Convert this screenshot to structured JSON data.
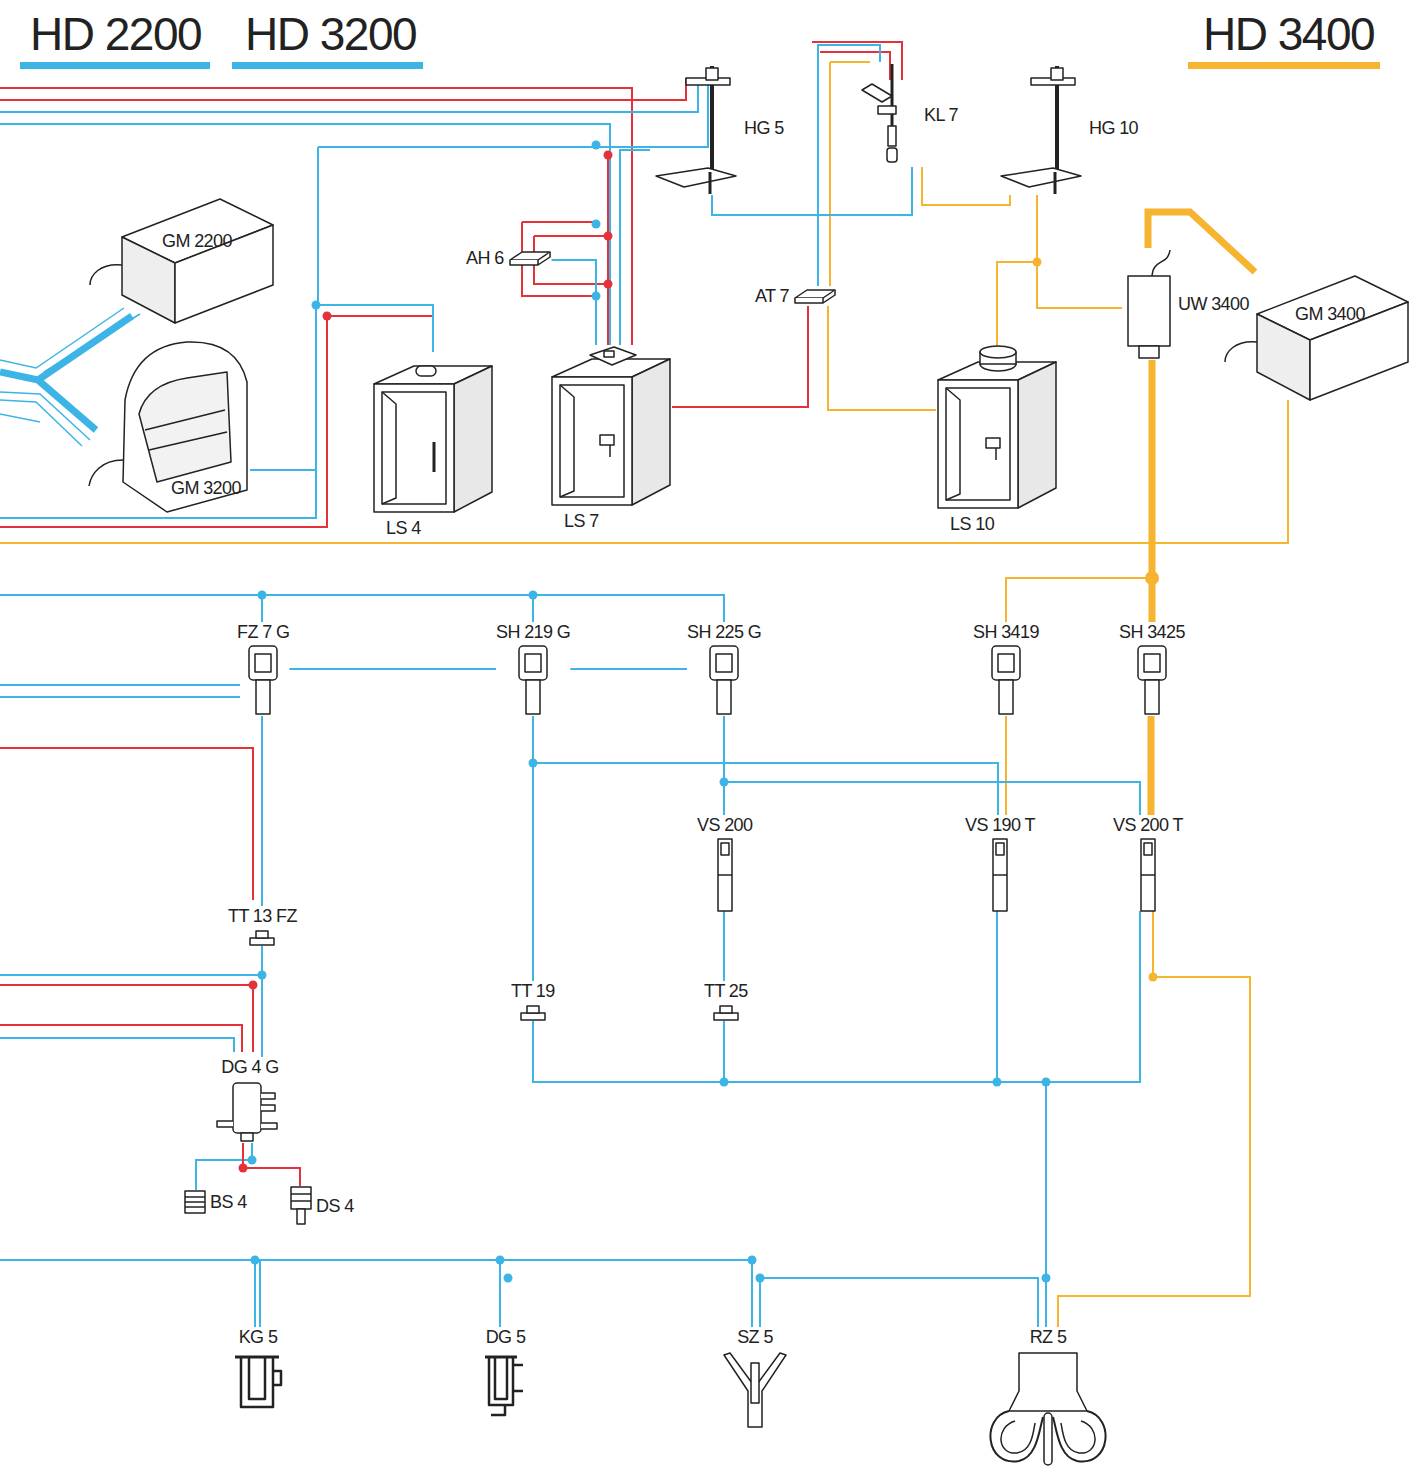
{
  "diagram": {
    "nodes": [
      {
        "text": [
          "HG 5"
        ]
      },
      {
        "text": [
          "KL 7"
        ]
      },
      {
        "text": [
          "HG 10"
        ]
      },
      {
        "text": [
          "GM 2200"
        ]
      },
      {
        "text": [
          "AH 6"
        ]
      },
      {
        "text": [
          "UW 3400"
        ]
      },
      {
        "text": [
          "AT 7"
        ]
      },
      {
        "text": [
          "GM 3400"
        ]
      },
      {
        "text": [
          "GM 3200"
        ]
      },
      {
        "text": [
          "LS 4"
        ]
      },
      {
        "text": [
          "LS 7"
        ]
      },
      {
        "text": [
          "LS 10"
        ]
      },
      {
        "text": [
          "FZ 7 G"
        ]
      },
      {
        "text": [
          "SH 219 G"
        ]
      },
      {
        "text": [
          "SH 225 G"
        ]
      },
      {
        "text": [
          "SH 3419"
        ]
      },
      {
        "text": [
          "SH 3425"
        ]
      },
      {
        "text": [
          "VS 200"
        ]
      },
      {
        "text": [
          "VS 190 T"
        ]
      },
      {
        "text": [
          "VS 200 T"
        ]
      },
      {
        "text": [
          "TT 13 FZ"
        ]
      },
      {
        "text": [
          "TT 19"
        ]
      },
      {
        "text": [
          "TT 25"
        ]
      },
      {
        "text": [
          "DG 4 G"
        ]
      },
      {
        "text": [
          "BS 4"
        ]
      },
      {
        "text": [
          "DS 4"
        ]
      },
      {
        "text": [
          "KG 5"
        ]
      },
      {
        "text": [
          "DG 5"
        ]
      },
      {
        "text": [
          "SZ 5"
        ]
      },
      {
        "text": [
          "RZ 5"
        ]
      }
    ],
    "edges": [
      {
        "from": 0,
        "to": 10,
        "arrow": "none"
      },
      {
        "from": 0,
        "to": 1,
        "arrow": "none"
      },
      {
        "from": 1,
        "to": 6,
        "arrow": "none"
      },
      {
        "from": 6,
        "to": 10,
        "arrow": "none"
      },
      {
        "from": 6,
        "to": 11,
        "arrow": "none"
      },
      {
        "from": 1,
        "to": 2,
        "arrow": "none"
      },
      {
        "from": 2,
        "to": 11,
        "arrow": "none"
      },
      {
        "from": 2,
        "to": 5,
        "arrow": "none"
      },
      {
        "from": 5,
        "to": 7,
        "arrow": "none"
      },
      {
        "from": 5,
        "to": 16,
        "arrow": "none"
      },
      {
        "from": 16,
        "to": 15,
        "arrow": "none"
      },
      {
        "from": 16,
        "to": 19,
        "arrow": "none"
      },
      {
        "from": 15,
        "to": 18,
        "arrow": "none"
      },
      {
        "from": 12,
        "to": 13,
        "arrow": "none"
      },
      {
        "from": 13,
        "to": 14,
        "arrow": "none"
      },
      {
        "from": 13,
        "to": 21,
        "arrow": "none"
      },
      {
        "from": 13,
        "to": 18,
        "arrow": "none"
      },
      {
        "from": 14,
        "to": 17,
        "arrow": "none"
      },
      {
        "from": 14,
        "to": 19,
        "arrow": "none"
      },
      {
        "from": 17,
        "to": 22,
        "arrow": "none"
      },
      {
        "from": 12,
        "to": 20,
        "arrow": "none"
      },
      {
        "from": 20,
        "to": 23,
        "arrow": "none"
      },
      {
        "from": 23,
        "to": 24,
        "arrow": "none"
      },
      {
        "from": 23,
        "to": 25,
        "arrow": "none"
      },
      {
        "from": 21,
        "to": 22,
        "arrow": "none"
      },
      {
        "from": 22,
        "to": 18,
        "arrow": "none"
      },
      {
        "from": 18,
        "to": 19,
        "arrow": "none"
      },
      {
        "from": 22,
        "to": 29,
        "arrow": "none"
      },
      {
        "from": 19,
        "to": 29,
        "arrow": "none"
      },
      {
        "from": 26,
        "to": 27,
        "arrow": "none"
      },
      {
        "from": 27,
        "to": 28,
        "arrow": "none"
      },
      {
        "from": 28,
        "to": 29,
        "arrow": "none"
      },
      {
        "from": 9,
        "to": 8,
        "arrow": "none"
      },
      {
        "from": 4,
        "to": 10,
        "arrow": "none"
      }
    ],
    "labels": [
      "HD 2200",
      "HD 3200",
      "HD 3400"
    ]
  }
}
